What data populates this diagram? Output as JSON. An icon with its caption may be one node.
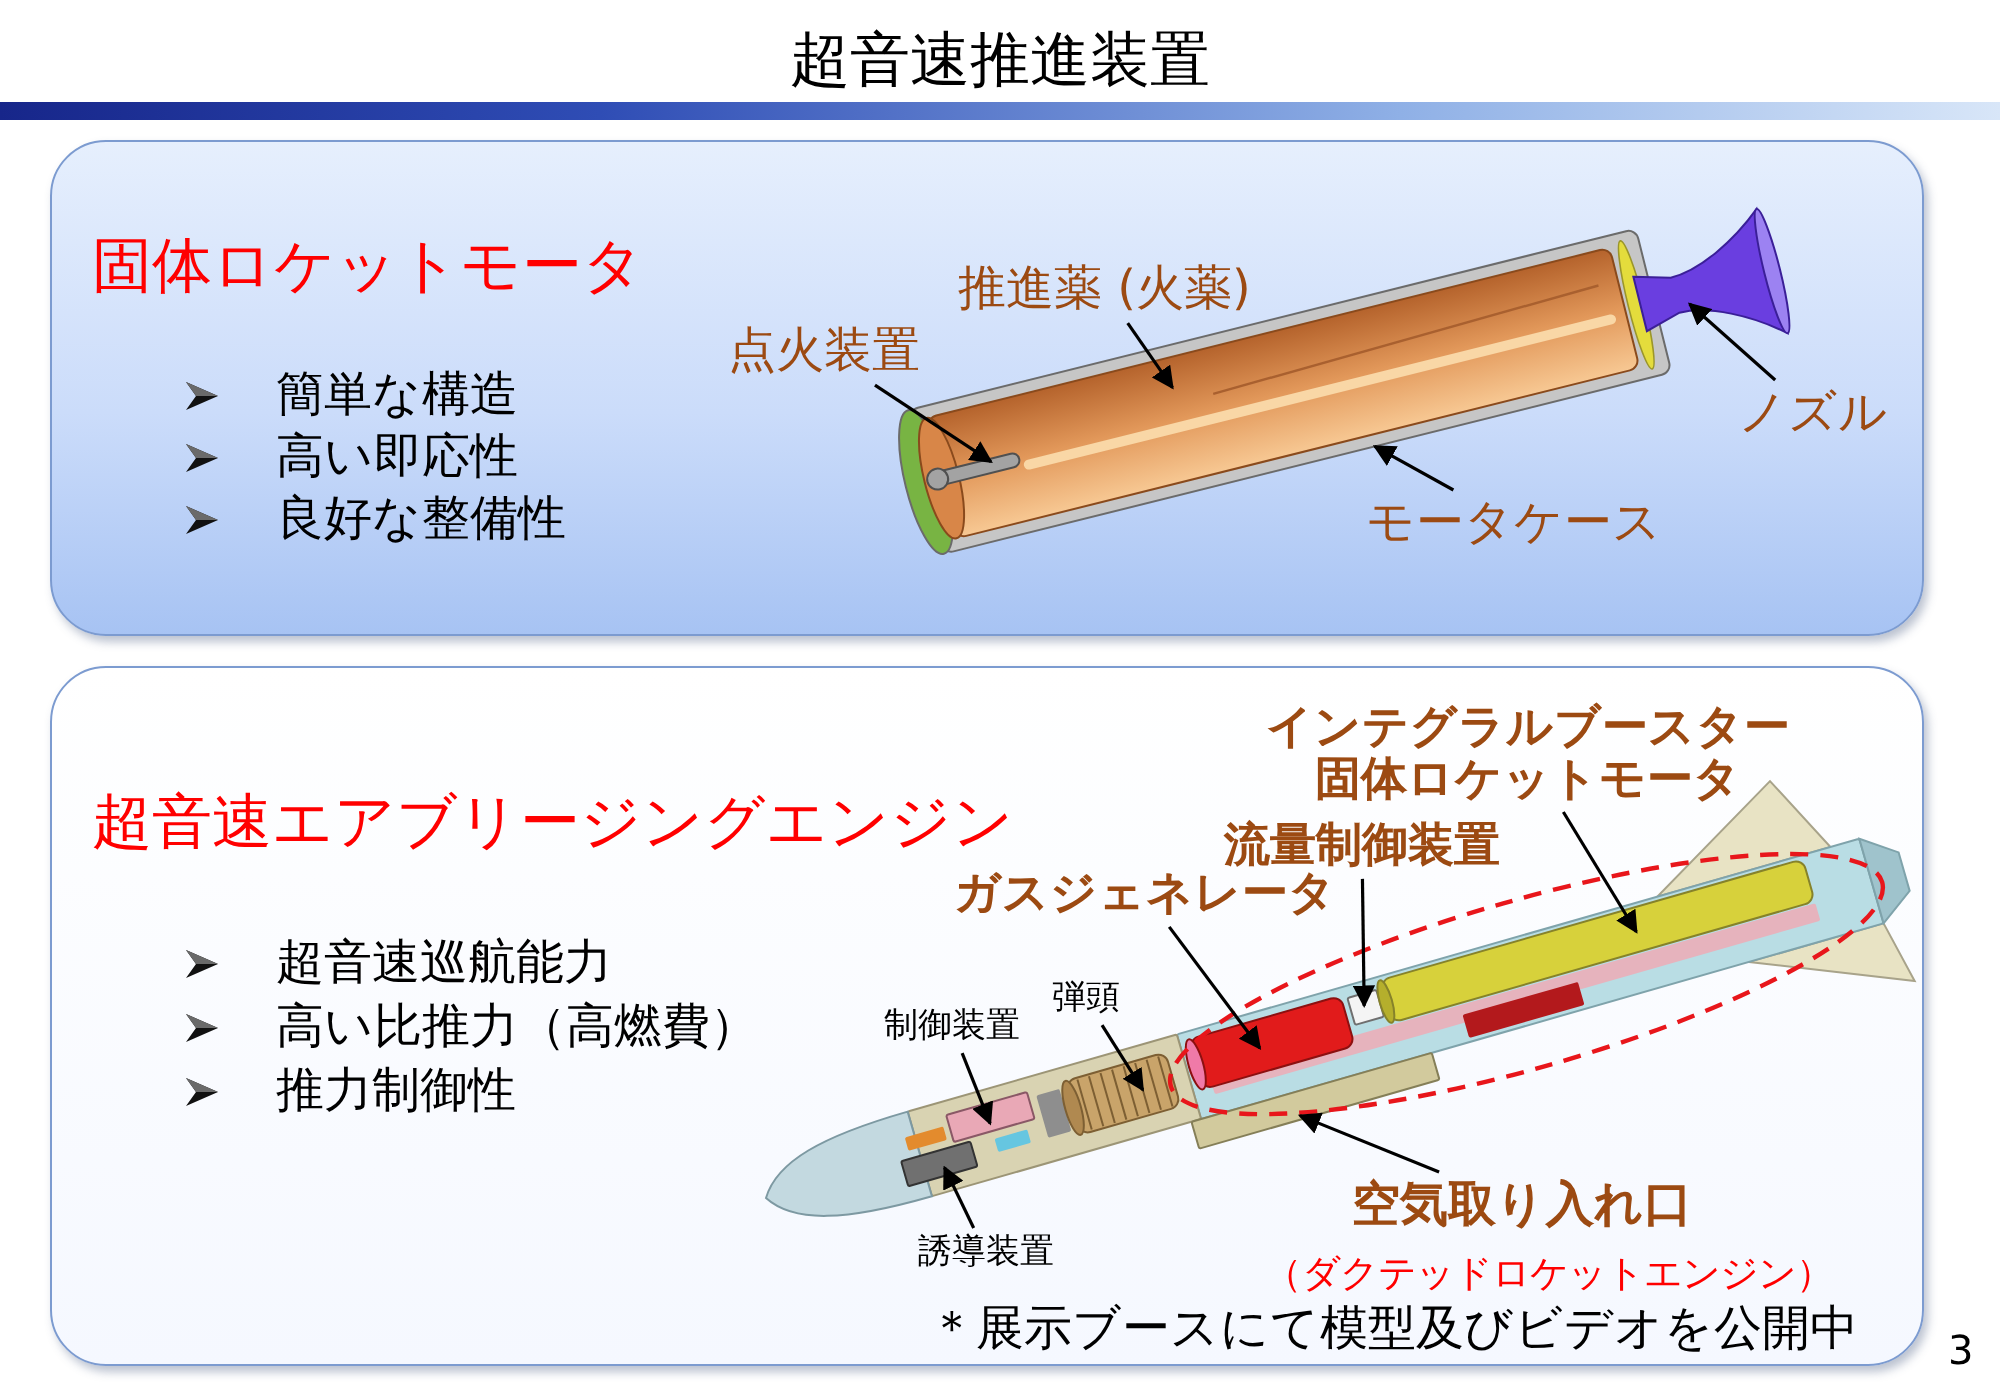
{
  "diagram": {
    "title": "超音速推進装置",
    "nodes": [
      {
        "text": [
          "固体ロケットモータ",
          "簡単な構造",
          "高い即応性",
          "良好な整備性"
        ]
      },
      {
        "text": [
          "推進薬 (火薬)"
        ],
        "in": 0
      },
      {
        "text": [
          "点火装置"
        ],
        "in": 0
      },
      {
        "text": [
          "ノズル"
        ],
        "in": 0
      },
      {
        "text": [
          "モータケース"
        ],
        "in": 0
      },
      {
        "text": [
          "超音速エアブリージングエンジン",
          "超音速巡航能力",
          "高い比推力（高燃費）",
          "推力制御性"
        ]
      },
      {
        "text": [
          "インテグラルブースター固体ロケットモータ"
        ],
        "in": 5
      },
      {
        "text": [
          "流量制御装置"
        ],
        "in": 5
      },
      {
        "text": [
          "ガスジェネレータ"
        ],
        "in": 5
      },
      {
        "text": [
          "弾頭"
        ],
        "in": 5
      },
      {
        "text": [
          "制御装置"
        ],
        "in": 5
      },
      {
        "text": [
          "空気取り入れ口"
        ],
        "in": 5
      },
      {
        "text": [
          "誘導装置"
        ],
        "in": 5
      }
    ],
    "edges": [
      {
        "from": 1,
        "to": null,
        "arrow": "to"
      },
      {
        "from": 2,
        "to": null,
        "arrow": "to"
      },
      {
        "from": 3,
        "to": null,
        "arrow": "to"
      },
      {
        "from": 4,
        "to": null,
        "arrow": "to"
      },
      {
        "from": 6,
        "to": null,
        "arrow": "to"
      },
      {
        "from": 7,
        "to": null,
        "arrow": "to"
      },
      {
        "from": 8,
        "to": null,
        "arrow": "to"
      },
      {
        "from": 9,
        "to": null,
        "arrow": "to"
      },
      {
        "from": 10,
        "to": null,
        "arrow": "to"
      },
      {
        "from": 11,
        "to": null,
        "arrow": "to"
      },
      {
        "from": 12,
        "to": null,
        "arrow": "to"
      }
    ],
    "labels": [
      "（ダクテッドロケットエンジン）",
      "＊展示ブースにて模型及びビデオを公開中",
      "3"
    ]
  }
}
